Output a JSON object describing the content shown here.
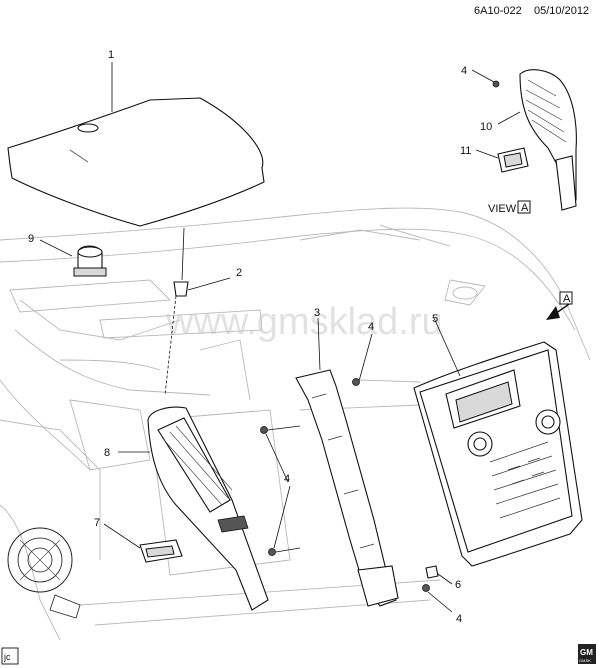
{
  "header": {
    "doc_id": "6A10-022",
    "date": "05/10/2012"
  },
  "watermark": "www.gmsklad.ru",
  "view": {
    "label": "VIEW",
    "ref": "A"
  },
  "view_arrow": {
    "ref": "A"
  },
  "callouts": {
    "c1": "1",
    "c2": "2",
    "c3": "3",
    "c4a": "4",
    "c4b": "4",
    "c4c": "4",
    "c4d": "4",
    "c5": "5",
    "c6": "6",
    "c7": "7",
    "c8": "8",
    "c9": "9",
    "c10": "10",
    "c11": "11"
  },
  "footer": {
    "corner_code": "jc",
    "logo_top": "GM",
    "logo_bottom": "GMSK"
  }
}
